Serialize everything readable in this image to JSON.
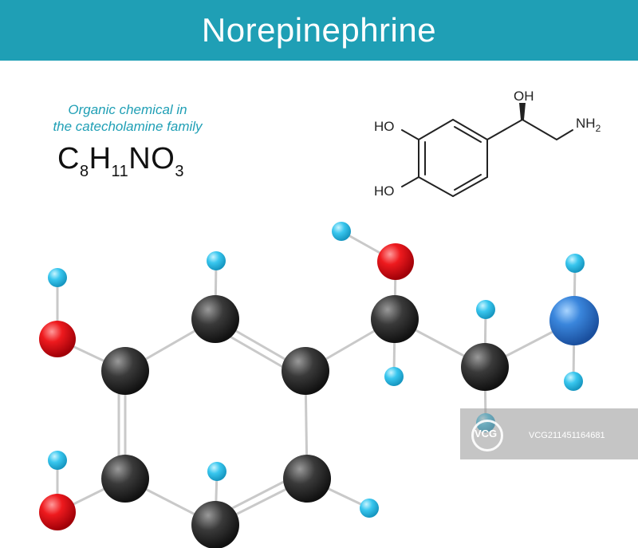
{
  "header": {
    "title": "Norepinephrine",
    "color": "#1f9fb5"
  },
  "description": {
    "line1": "Organic chemical in",
    "line2": "the catecholamine family"
  },
  "formula": {
    "c": "C",
    "c_n": "8",
    "h": "H",
    "h_n": "11",
    "n": "N",
    "o": "O",
    "o_n": "3"
  },
  "skeletal": {
    "oh_top": "OH",
    "ho_upper": "HO",
    "ho_lower": "HO",
    "nh": "NH",
    "nh_n": "2"
  },
  "atom_colors": {
    "carbon": "#2b2b2b",
    "oxygen": "#e81216",
    "nitrogen": "#2f7bd6",
    "hydrogen": "#34c3ec"
  },
  "watermark": {
    "brand": "VCG",
    "id": "VCG211451164681"
  }
}
